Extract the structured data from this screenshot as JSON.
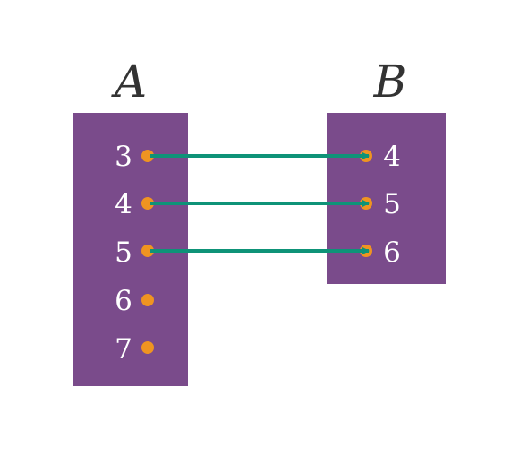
{
  "sets": {
    "A": {
      "title": "A",
      "elements": [
        "3",
        "4",
        "5",
        "6",
        "7"
      ]
    },
    "B": {
      "title": "B",
      "elements": [
        "4",
        "5",
        "6"
      ]
    }
  },
  "mappings": [
    {
      "from": "3",
      "to": "4"
    },
    {
      "from": "4",
      "to": "5"
    },
    {
      "from": "5",
      "to": "6"
    }
  ],
  "colors": {
    "set_fill": "#7a4b8b",
    "dot": "#ef9421",
    "arrow": "#0e9378",
    "title": "#333333",
    "label": "#ffffff"
  }
}
